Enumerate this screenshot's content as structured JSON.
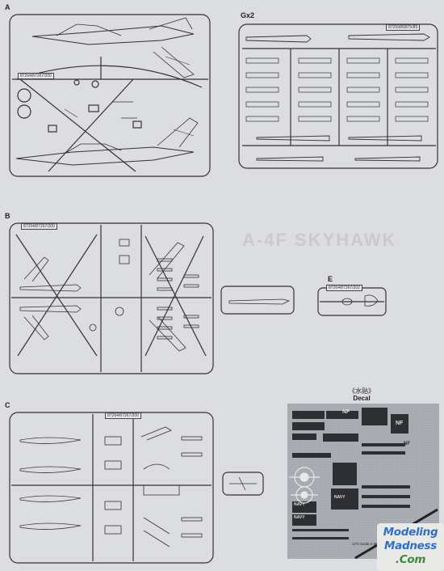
{
  "sprues": {
    "a": {
      "label": "A",
      "part_number": "87264/87267/200"
    },
    "g": {
      "label": "Gx2",
      "part_number": "87259/89975/89"
    },
    "b": {
      "label": "B",
      "part_number": "87264/87267/200"
    },
    "e": {
      "label": "E",
      "part_number": "87264/87267/202"
    },
    "c": {
      "label": "C",
      "part_number": "87264/87267/200"
    }
  },
  "decal": {
    "title_cn": "《水贴》",
    "title_en": "Decal",
    "scale_caption": "1/72 Scale  A-4F Sky Hawk",
    "markings": [
      "NF",
      "NF",
      "NF",
      "NAVY",
      "NAVY",
      "NAVY"
    ]
  },
  "watermark": "A-4F SKYHAWK",
  "logo": {
    "line1": "Modeling",
    "line2": "Madness",
    "line3": ".Com"
  },
  "colors": {
    "paper": "#dcdde0",
    "line": "#333333",
    "logo_blue": "#2f6fc8",
    "logo_green": "#3c8a3a"
  }
}
